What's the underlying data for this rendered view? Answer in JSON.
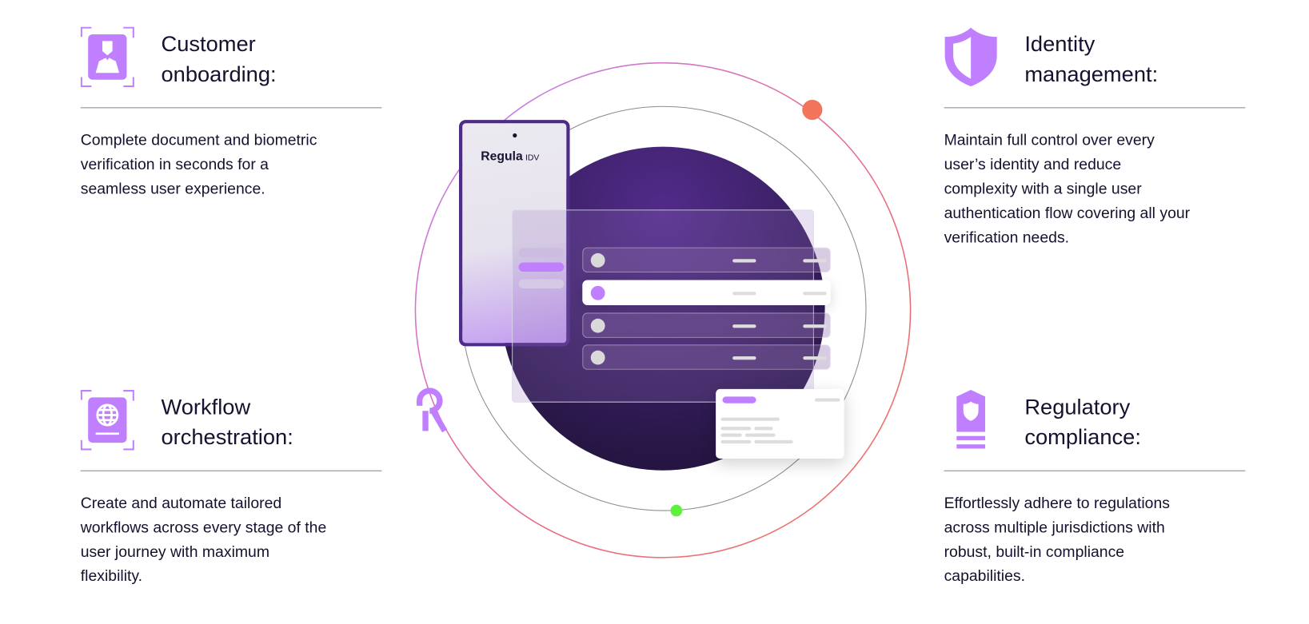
{
  "colors": {
    "accent": "#bf7fff",
    "dark_purple": "#3e2466",
    "text": "#15112e",
    "orbit_dot_orange": "#f2745a",
    "orbit_dot_green": "#5ef03c"
  },
  "features": {
    "onboarding": {
      "icon": "user-id-card-icon",
      "title": [
        "Customer",
        "onboarding:"
      ],
      "body": [
        "Complete document and biometric",
        "verification in seconds for a",
        "seamless user experience."
      ]
    },
    "identity": {
      "icon": "shield-icon",
      "title": [
        "Identity",
        "management:"
      ],
      "body": [
        "Maintain full control over every",
        "user’s identity and reduce",
        "complexity with a single user",
        "authentication flow covering all your",
        "verification needs."
      ]
    },
    "workflow": {
      "icon": "globe-passport-icon",
      "title": [
        "Workflow",
        "orchestration:"
      ],
      "body": [
        "Create and automate tailored",
        "workflows across every stage of the",
        "user journey with maximum",
        "flexibility."
      ]
    },
    "compliance": {
      "icon": "shield-badge-icon",
      "title": [
        "Regulatory",
        "compliance:"
      ],
      "body": [
        "Effortlessly adhere to regulations",
        "across multiple jurisdictions with",
        "robust, built-in compliance",
        "capabilities."
      ]
    }
  },
  "illustration": {
    "phone_brand": "Regula",
    "phone_product": "IDV",
    "logo_letter": "R"
  }
}
